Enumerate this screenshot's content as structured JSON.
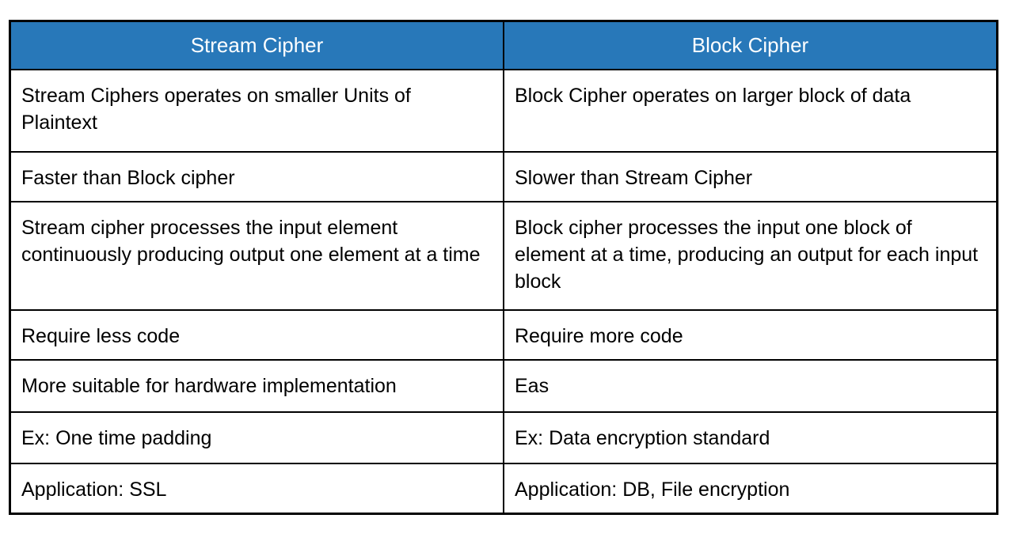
{
  "table": {
    "headers": {
      "stream": "Stream Cipher",
      "block": "Block Cipher"
    },
    "rows": [
      {
        "stream": "Stream Ciphers operates on smaller Units of Plaintext",
        "block": "Block Cipher operates on larger block of data"
      },
      {
        "stream": "Faster than Block cipher",
        "block": "Slower than Stream Cipher"
      },
      {
        "stream": "Stream cipher processes the input element continuously producing output one element at a time",
        "block": "Block cipher processes the input one block of element at a time, producing an output for each input block"
      },
      {
        "stream": "Require less code",
        "block": "Require more code"
      },
      {
        "stream": "More suitable for hardware implementation",
        "block": "Eas"
      },
      {
        "stream": "Ex: One time padding",
        "block": "Ex: Data encryption standard"
      },
      {
        "stream": "Application: SSL",
        "block": "Application: DB, File encryption"
      }
    ]
  },
  "colors": {
    "header_bg": "#2878B9",
    "header_text": "#FFFFFF",
    "border": "#000000",
    "body_text": "#000000",
    "page_bg": "#FFFFFF"
  }
}
